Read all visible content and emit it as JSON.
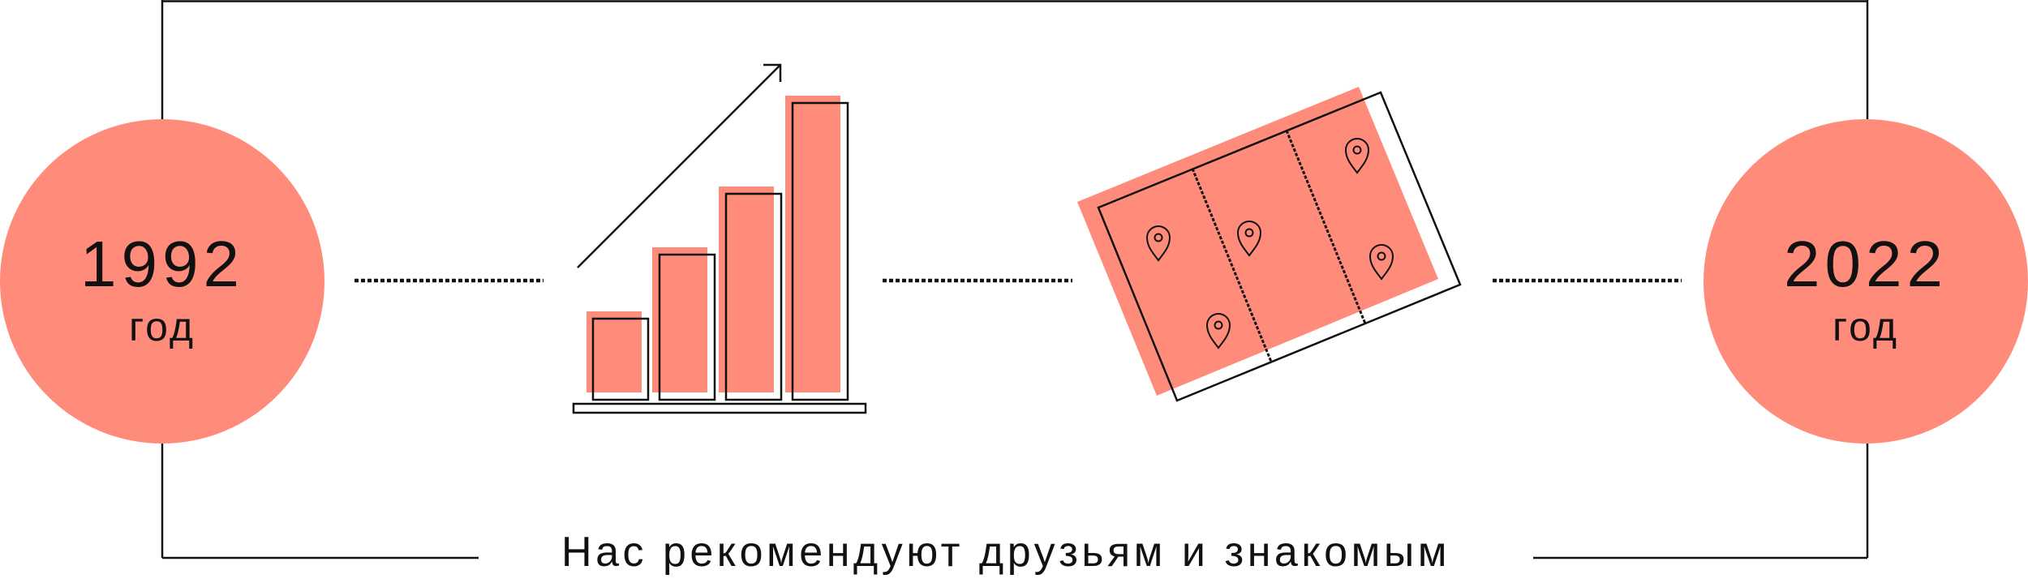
{
  "colors": {
    "accent": "#ff8b7b",
    "ink": "#111111",
    "background": "#ffffff"
  },
  "timeline": {
    "start": {
      "year": "1992",
      "unit": "год"
    },
    "end": {
      "year": "2022",
      "unit": "год"
    }
  },
  "illustrations": {
    "growth": {
      "icon": "growth-bar-chart-icon",
      "bar_levels": [
        0.26,
        0.48,
        0.66,
        0.94
      ]
    },
    "map": {
      "icon": "folded-map-icon",
      "pin_count": 5
    }
  },
  "caption": "Нас рекомендуют друзьям и знакомым"
}
